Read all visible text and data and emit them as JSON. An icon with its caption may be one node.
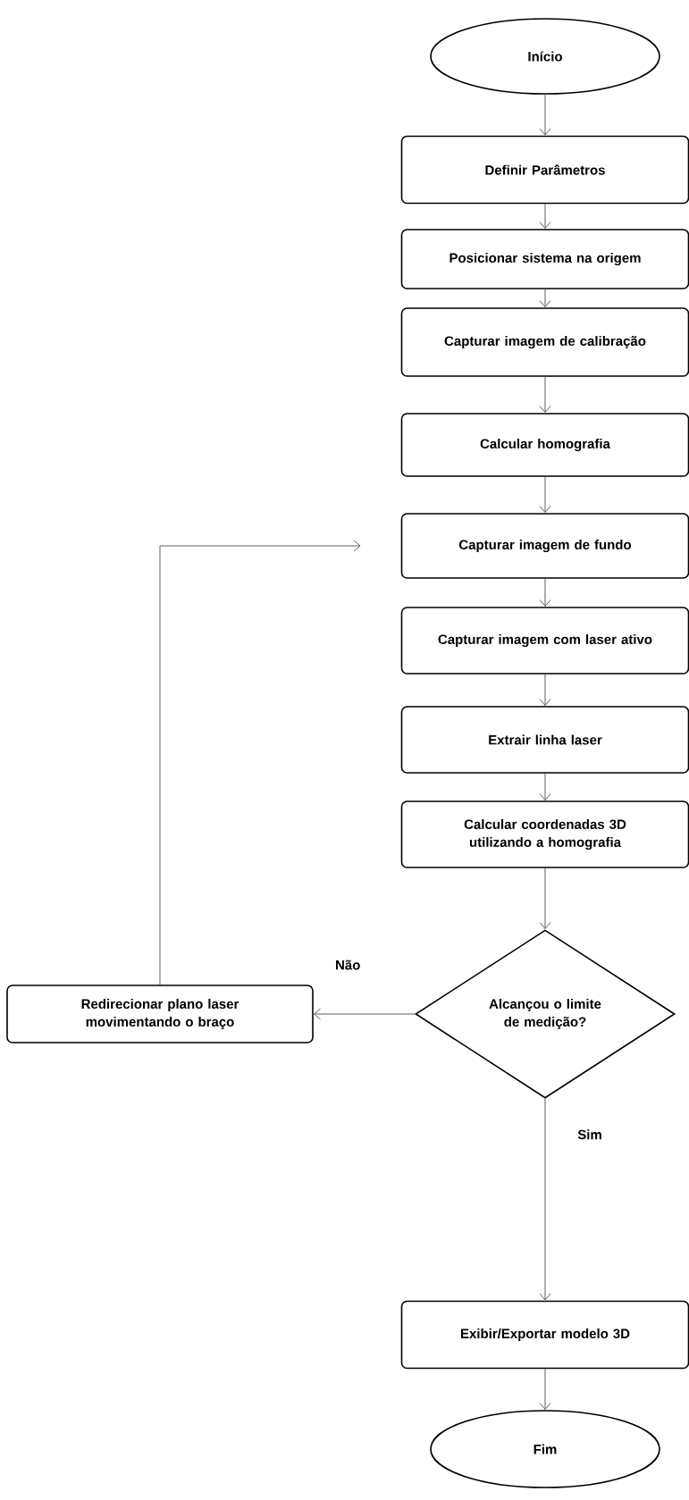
{
  "diagram": {
    "nodes": [
      {
        "text": [
          "Início"
        ]
      },
      {
        "text": [
          "Definir Parâmetros"
        ]
      },
      {
        "text": [
          "Posicionar sistema na origem"
        ]
      },
      {
        "text": [
          "Capturar imagem de calibração"
        ]
      },
      {
        "text": [
          "Calcular homografia"
        ]
      },
      {
        "text": [
          "Capturar imagem de fundo"
        ]
      },
      {
        "text": [
          "Capturar imagem com laser ativo"
        ]
      },
      {
        "text": [
          "Extrair linha laser"
        ]
      },
      {
        "text": [
          "Calcular coordenadas 3D utilizando a homografia"
        ]
      },
      {
        "text": [
          "Alcançou o limite de medição?"
        ]
      },
      {
        "text": [
          "Redirecionar plano laser movimentando o braço"
        ]
      },
      {
        "text": [
          "Exibir/Exportar modelo 3D"
        ]
      },
      {
        "text": [
          "Fim"
        ]
      }
    ],
    "edges": [
      {
        "from": 0,
        "to": 1,
        "arrow": "to"
      },
      {
        "from": 1,
        "to": 2,
        "arrow": "to"
      },
      {
        "from": 2,
        "to": 3,
        "arrow": "to"
      },
      {
        "from": 3,
        "to": 4,
        "arrow": "to"
      },
      {
        "from": 4,
        "to": 5,
        "arrow": "to"
      },
      {
        "from": 5,
        "to": 6,
        "arrow": "to"
      },
      {
        "from": 6,
        "to": 7,
        "arrow": "to"
      },
      {
        "from": 7,
        "to": 8,
        "arrow": "to"
      },
      {
        "from": 8,
        "to": 9,
        "arrow": "to"
      },
      {
        "from": 9,
        "to": 10,
        "arrow": "to",
        "label": "Não"
      },
      {
        "from": 10,
        "to": 5,
        "arrow": "to"
      },
      {
        "from": 9,
        "to": 11,
        "arrow": "to",
        "label": "Sim"
      },
      {
        "from": 11,
        "to": 12,
        "arrow": "to"
      }
    ]
  }
}
